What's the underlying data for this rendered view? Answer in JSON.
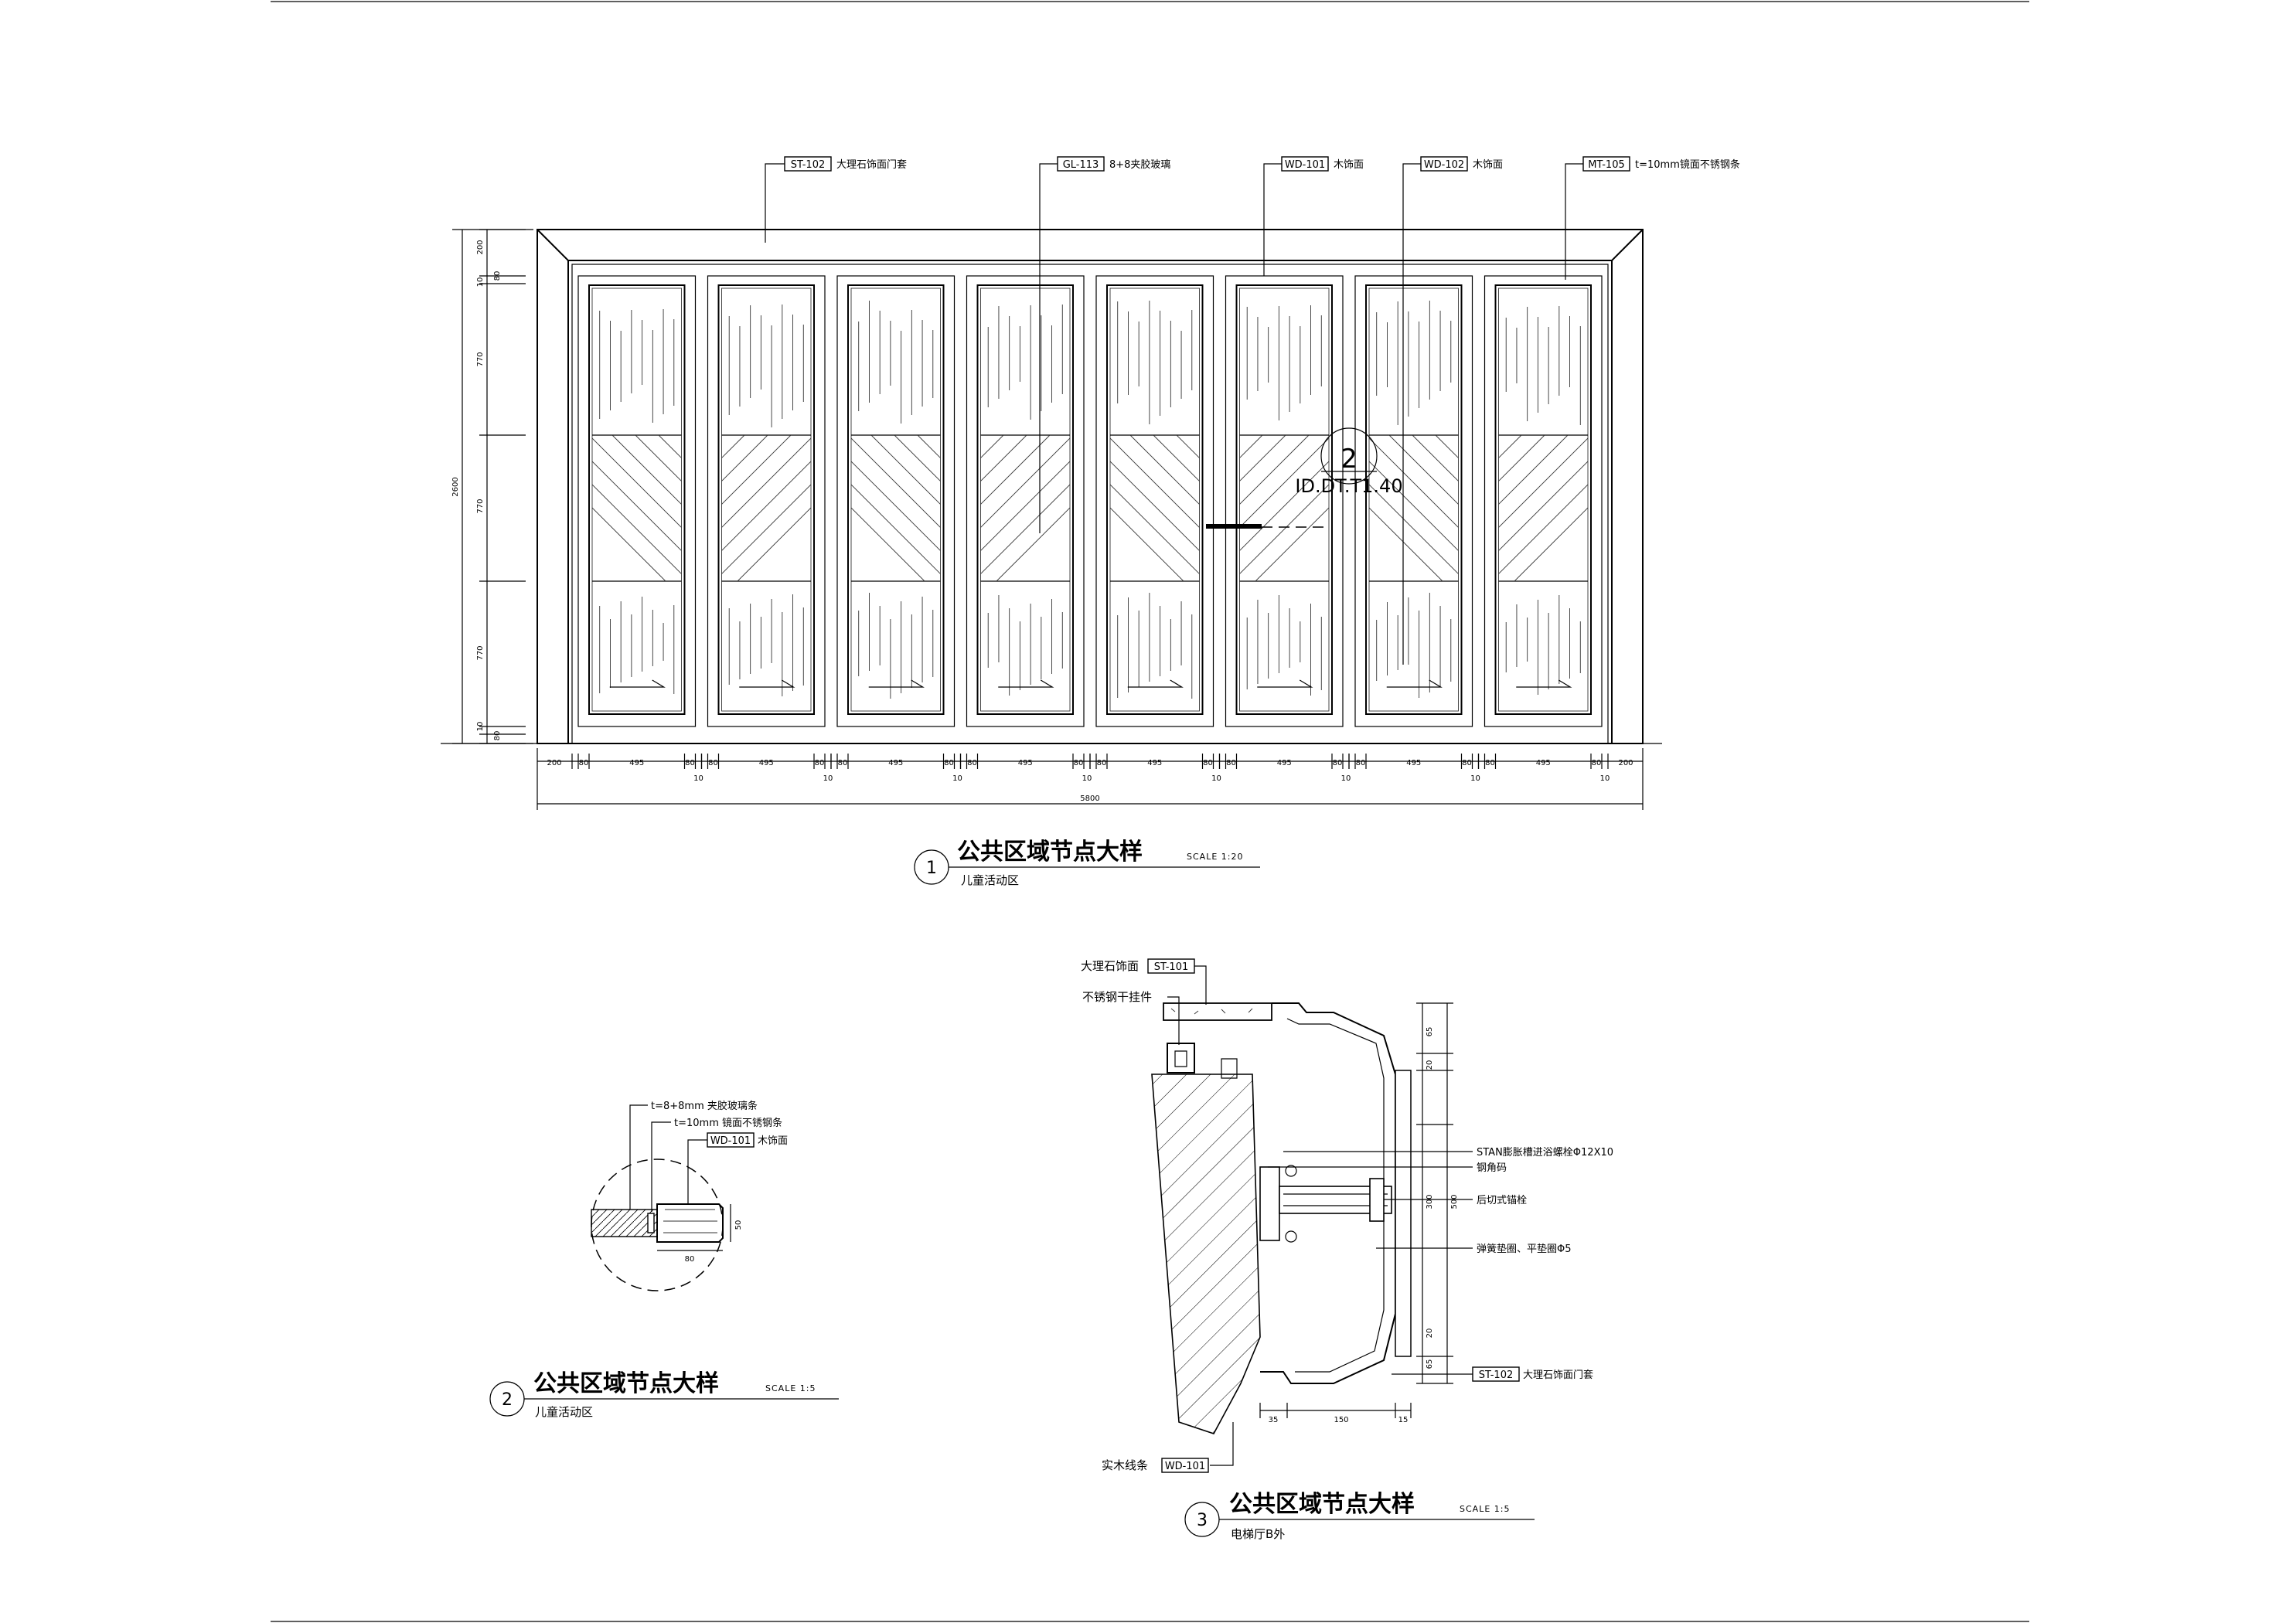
{
  "detail1": {
    "number": "1",
    "title": "公共区域节点大样",
    "scale": "SCALE 1:20",
    "location": "儿童活动区",
    "callouts": [
      {
        "code": "ST-102",
        "text": "大理石饰面门套"
      },
      {
        "code": "GL-113",
        "text": "8+8夹胶玻璃"
      },
      {
        "code": "WD-101",
        "text": "木饰面"
      },
      {
        "code": "WD-102",
        "text": "木饰面"
      },
      {
        "code": "MT-105",
        "text": "t=10mm镜面不锈钢条"
      }
    ],
    "section_marker": {
      "number": "2",
      "ref": "ID.DT.T1.40"
    },
    "vertical_dims": {
      "total": "2600",
      "top": "200",
      "rails": [
        "80",
        "10",
        "770",
        "770",
        "770",
        "10",
        "80"
      ]
    },
    "horizontal_dims": {
      "total": "5800",
      "edge": "200",
      "stile": "80",
      "panel": "495",
      "gap": "10"
    }
  },
  "detail2": {
    "number": "2",
    "title": "公共区域节点大样",
    "scale": "SCALE 1:5",
    "location": "儿童活动区",
    "callouts": [
      {
        "text": "t=8+8mm 夹胶玻璃条"
      },
      {
        "text": "t=10mm 镜面不锈钢条"
      },
      {
        "code": "WD-101",
        "text": "木饰面"
      }
    ],
    "dims": [
      "50",
      "80"
    ]
  },
  "detail3": {
    "number": "3",
    "title": "公共区域节点大样",
    "scale": "SCALE 1:5",
    "location": "电梯厅B外",
    "callouts_left": [
      {
        "text": "大理石饰面",
        "code": "ST-101"
      },
      {
        "text": "不锈钢干挂件"
      },
      {
        "text": "实木线条",
        "code": "WD-101"
      }
    ],
    "callouts_right": [
      {
        "text": "STAN膨胀槽进浴螺栓Φ12X10"
      },
      {
        "text": "钢角码"
      },
      {
        "text": "后切式锚栓"
      },
      {
        "text": "弹簧垫圈、平垫圈Φ5"
      },
      {
        "code": "ST-102",
        "text": "大理石饰面门套"
      }
    ],
    "dims_vertical": [
      "65",
      "20",
      "300",
      "500",
      "20",
      "65"
    ],
    "dims_horizontal": [
      "35",
      "150",
      "15"
    ]
  }
}
